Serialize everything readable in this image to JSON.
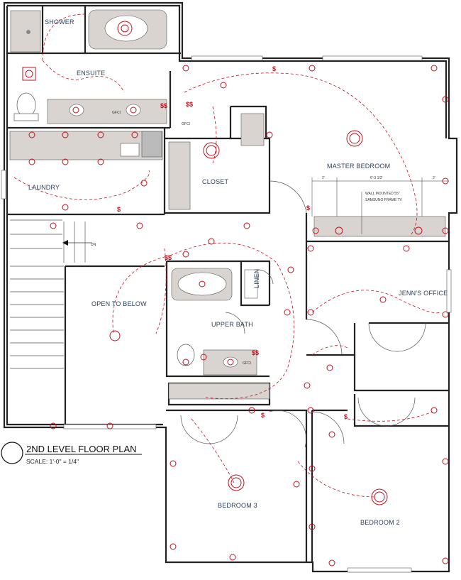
{
  "rooms": {
    "shower": "SHOWER",
    "ensuite": "ENSUITE",
    "laundry": "LAUNDRY",
    "closet": "CLOSET",
    "master_bedroom": "MASTER BEDROOM",
    "jenns_office": "JENN'S OFFICE",
    "open_to_below": "OPEN TO BELOW",
    "upper_bath": "UPPER BATH",
    "linen": "LINEN",
    "bedroom_3": "BEDROOM 3",
    "bedroom_2": "BEDROOM 2"
  },
  "annotations": {
    "gfci_1": "GFCI",
    "gfci_2": "GFCI",
    "gfci_3": "GFCI",
    "stair_dn": "DN",
    "dim_left": "2'",
    "dim_mid": "6'-3 1/2'",
    "dim_right": "2'",
    "tv_line1": "WALL MOUNTED 55\"",
    "tv_line2": "SAMSUNG FRAME TV"
  },
  "title_block": {
    "title": "2ND LEVEL FLOOR PLAN",
    "scale": "SCALE: 1'-0\" = 1/4\""
  },
  "colors": {
    "electrical": "#c0101c",
    "room_label": "#2b3f5c",
    "wall": "#222222",
    "fixture": "#d9d4cf"
  }
}
